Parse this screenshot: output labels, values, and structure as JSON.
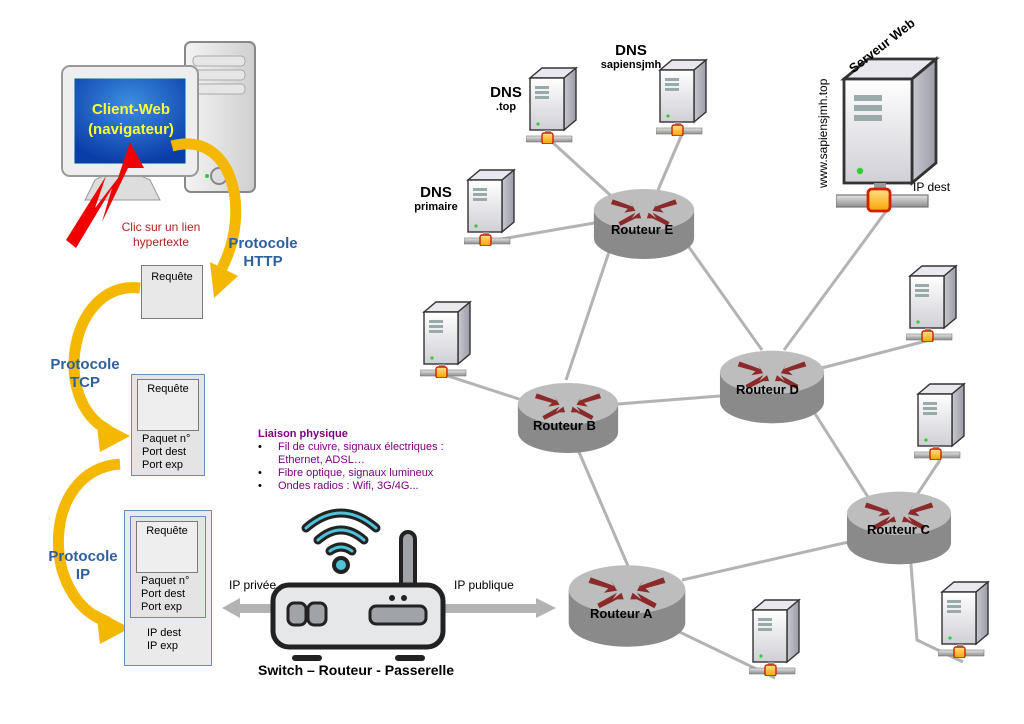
{
  "client": {
    "screen_line1": "Client-Web",
    "screen_line2": "(navigateur)",
    "click_line1": "Clic sur un lien",
    "click_line2": "hypertexte"
  },
  "protocols": {
    "http": [
      "Protocole",
      "HTTP"
    ],
    "tcp": [
      "Protocole",
      "TCP"
    ],
    "ip": [
      "Protocole",
      "IP"
    ]
  },
  "packets": {
    "http_box": "Requête",
    "tcp_box": {
      "inner": "Requête",
      "lines": [
        "Paquet n°",
        "Port dest",
        "Port exp"
      ]
    },
    "ip_box": {
      "inner": "Requête",
      "lines": [
        "Paquet n°",
        "Port dest",
        "Port exp"
      ],
      "outer_lines": [
        "IP dest",
        "IP exp"
      ]
    }
  },
  "physical_link": {
    "title": "Liaison physique",
    "items": [
      " Fil de cuivre, signaux électriques : Ethernet, ADSL…",
      "Fibre optique, signaux lumineux",
      "Ondes radios : Wifi, 3G/4G..."
    ]
  },
  "gateway": {
    "label": "Switch – Routeur - Passerelle",
    "left_arrow": "IP privée",
    "right_arrow": "IP publique"
  },
  "dns": {
    "top": [
      "DNS",
      ".top"
    ],
    "sapiensjmh": [
      "DNS",
      "sapiensjmh"
    ],
    "primaire": [
      "DNS",
      "primaire"
    ]
  },
  "web_server": {
    "tag": "Serveur Web",
    "url": "www.sapiensjmh.top",
    "ip_label": "IP dest"
  },
  "routers": {
    "A": "Routeur A",
    "B": "Routeur B",
    "C": "Routeur C",
    "D": "Routeur D",
    "E": "Routeur E"
  },
  "colors": {
    "protocol_text": "#2e5f9e",
    "arrow_yellow": "#f5b800",
    "link_gray": "#b3b3b3",
    "router_arrow": "#8b2a2a",
    "physical_text": "#800080",
    "click_text": "#b22222",
    "screen_text": "#ffff33"
  }
}
